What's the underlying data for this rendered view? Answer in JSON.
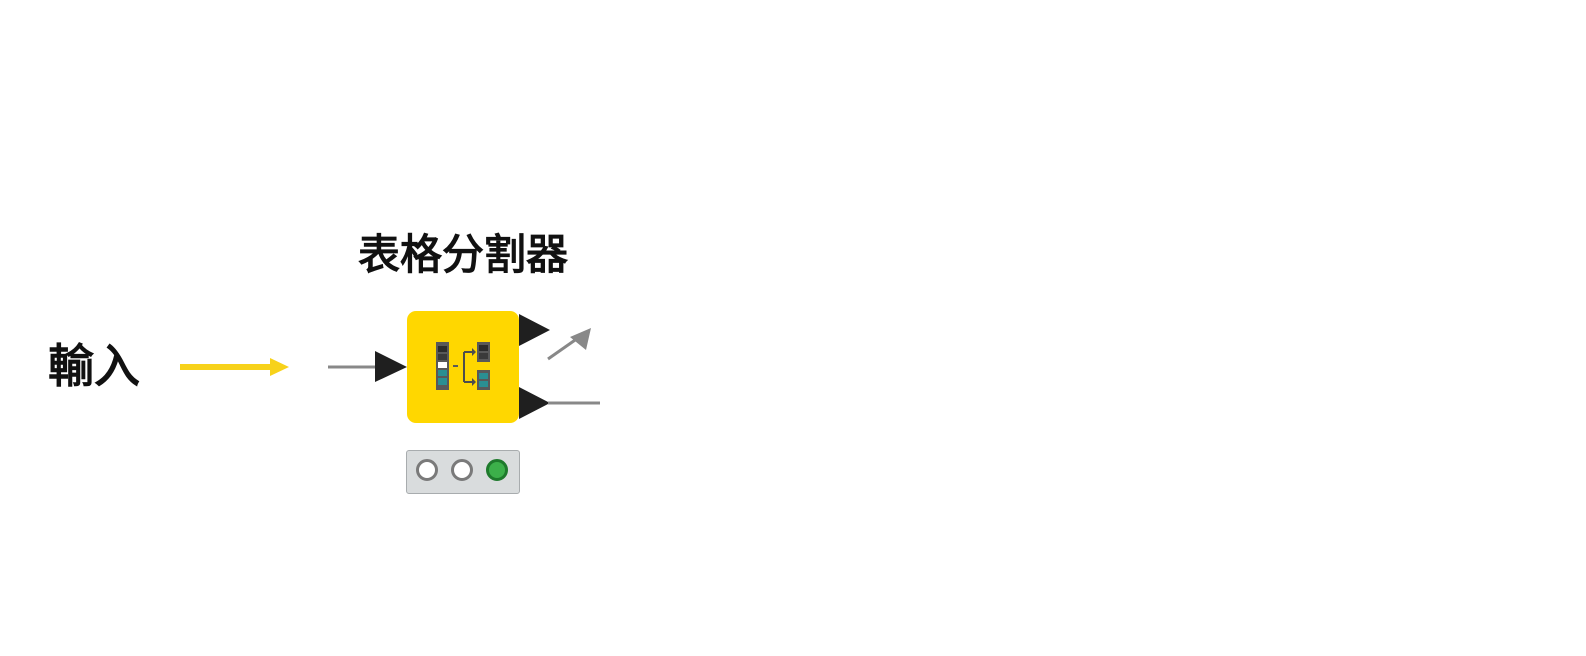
{
  "input": {
    "label": "輸入"
  },
  "node": {
    "title": "表格分割器",
    "icon": "table-splitter-icon",
    "color": "#ffd700",
    "status": [
      "inactive",
      "inactive",
      "executed"
    ],
    "status_colors": {
      "inactive": "#ffffff",
      "executed": "#3cb04a"
    }
  },
  "colors": {
    "input_arrow": "#f7d21a",
    "connection": "#888888",
    "port": "#1f1f1f"
  }
}
